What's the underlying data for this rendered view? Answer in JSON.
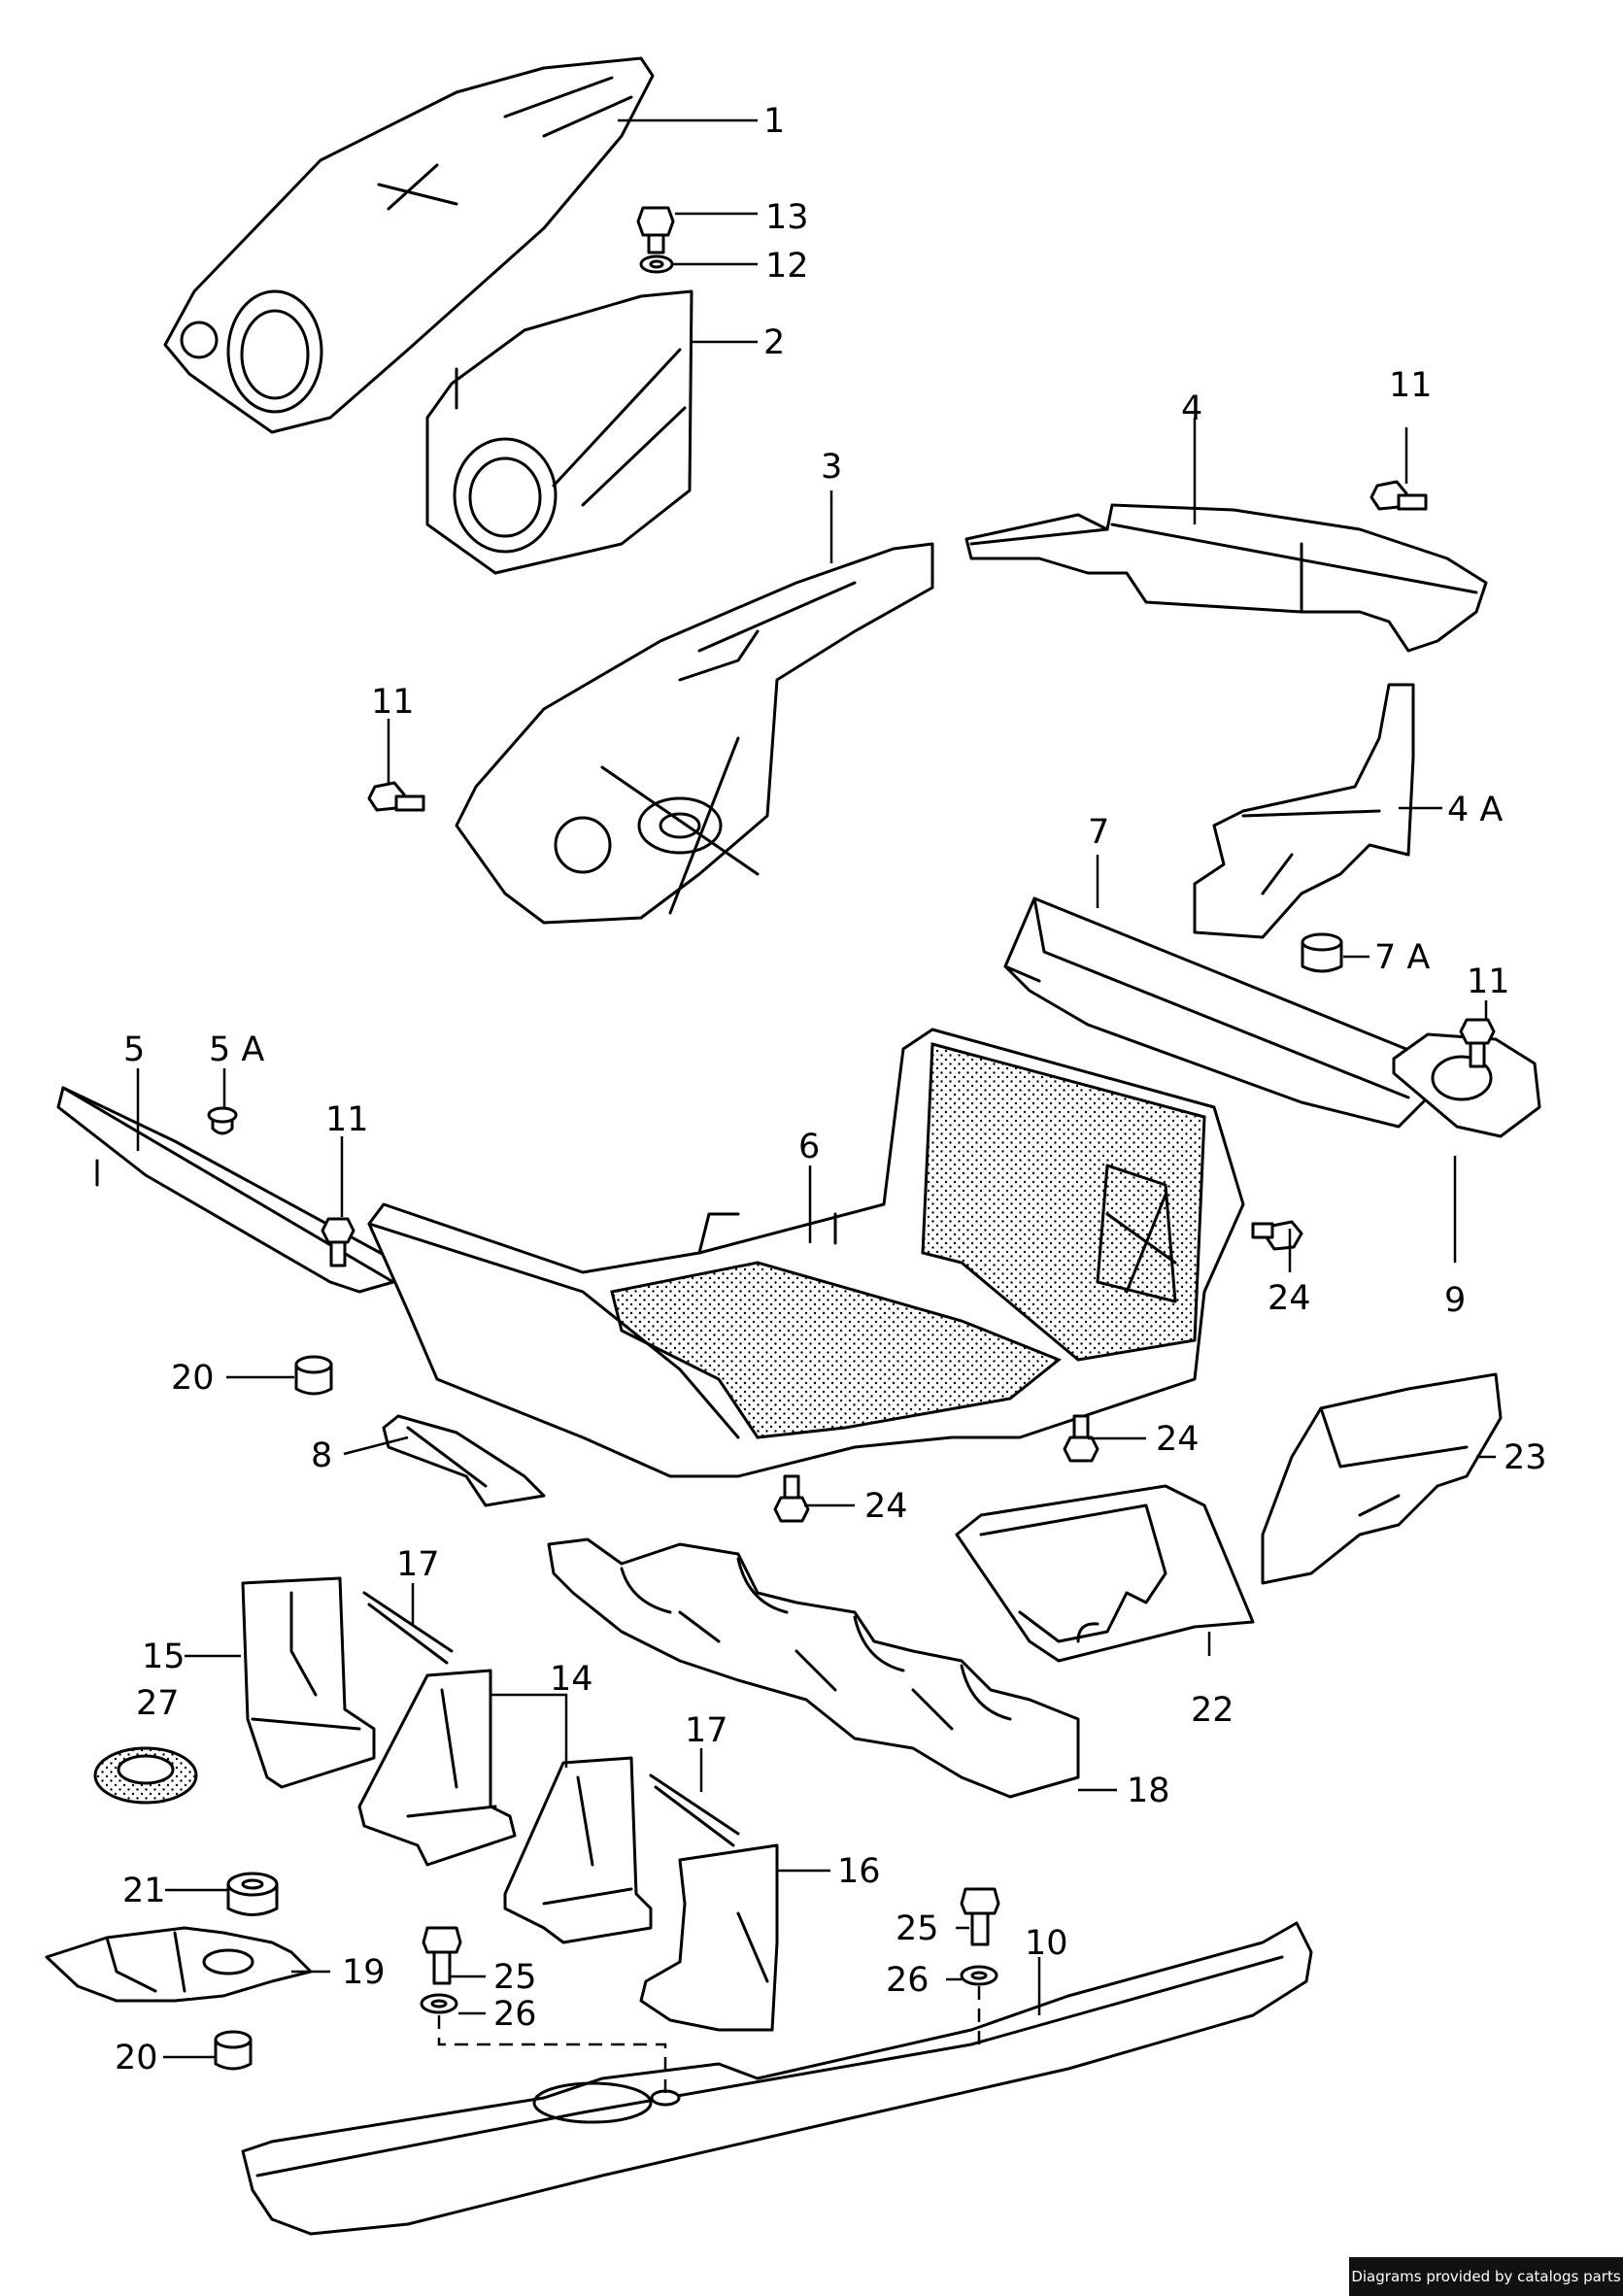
{
  "callouts": [
    "1",
    "13",
    "12",
    "2",
    "11",
    "4",
    "3",
    "11",
    "4 A",
    "7",
    "7 A",
    "11",
    "5",
    "5 A",
    "11",
    "6",
    "24",
    "9",
    "20",
    "8",
    "24",
    "24",
    "23",
    "17",
    "15",
    "14",
    "27",
    "22",
    "17",
    "18",
    "16",
    "21",
    "25",
    "10",
    "26",
    "19",
    "25",
    "26",
    "20"
  ],
  "credit": "Diagrams provided by catalogs parts"
}
